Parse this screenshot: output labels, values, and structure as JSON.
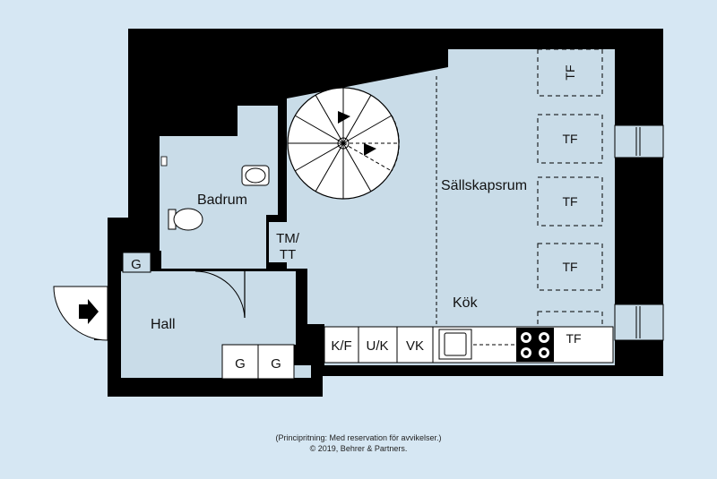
{
  "rooms": {
    "badrum": "Badrum",
    "hall": "Hall",
    "sallskapsrum": "Sällskapsrum",
    "kok": "Kök"
  },
  "fixtures": {
    "tm_line1": "TM/",
    "tm_line2": "TT",
    "g_top": "G",
    "g_bottom_left": "G",
    "g_bottom_right": "G",
    "kf": "K/F",
    "uk": "U/K",
    "vk": "VK"
  },
  "tf_labels": [
    "TF",
    "TF",
    "TF",
    "TF",
    "TF"
  ],
  "caption": {
    "line1": "(Principritning: Med reservation för avvikelser.)",
    "line2": "© 2019, Behrer & Partners."
  },
  "colors": {
    "background": "#d6e7f3",
    "floor": "#c9dce8",
    "wall": "#000000"
  }
}
